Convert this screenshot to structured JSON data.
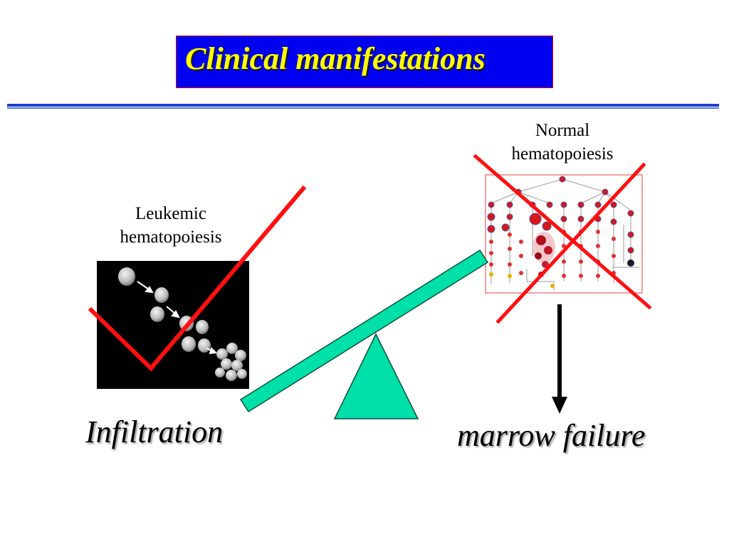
{
  "title": "Clinical manifestations",
  "left_panel": {
    "label_line1": "Leukemic",
    "label_line2": "hematopoiesis"
  },
  "right_panel": {
    "label_line1": "Normal",
    "label_line2": "hematopoiesis"
  },
  "outcomes": {
    "left": "Infiltration",
    "right": "marrow failure"
  },
  "colors": {
    "title_bg": "#0000f0",
    "title_text": "#ffff00",
    "mark_red": "#ff1010",
    "seesaw_fill": "#00e0a8",
    "arrow": "#000000"
  }
}
